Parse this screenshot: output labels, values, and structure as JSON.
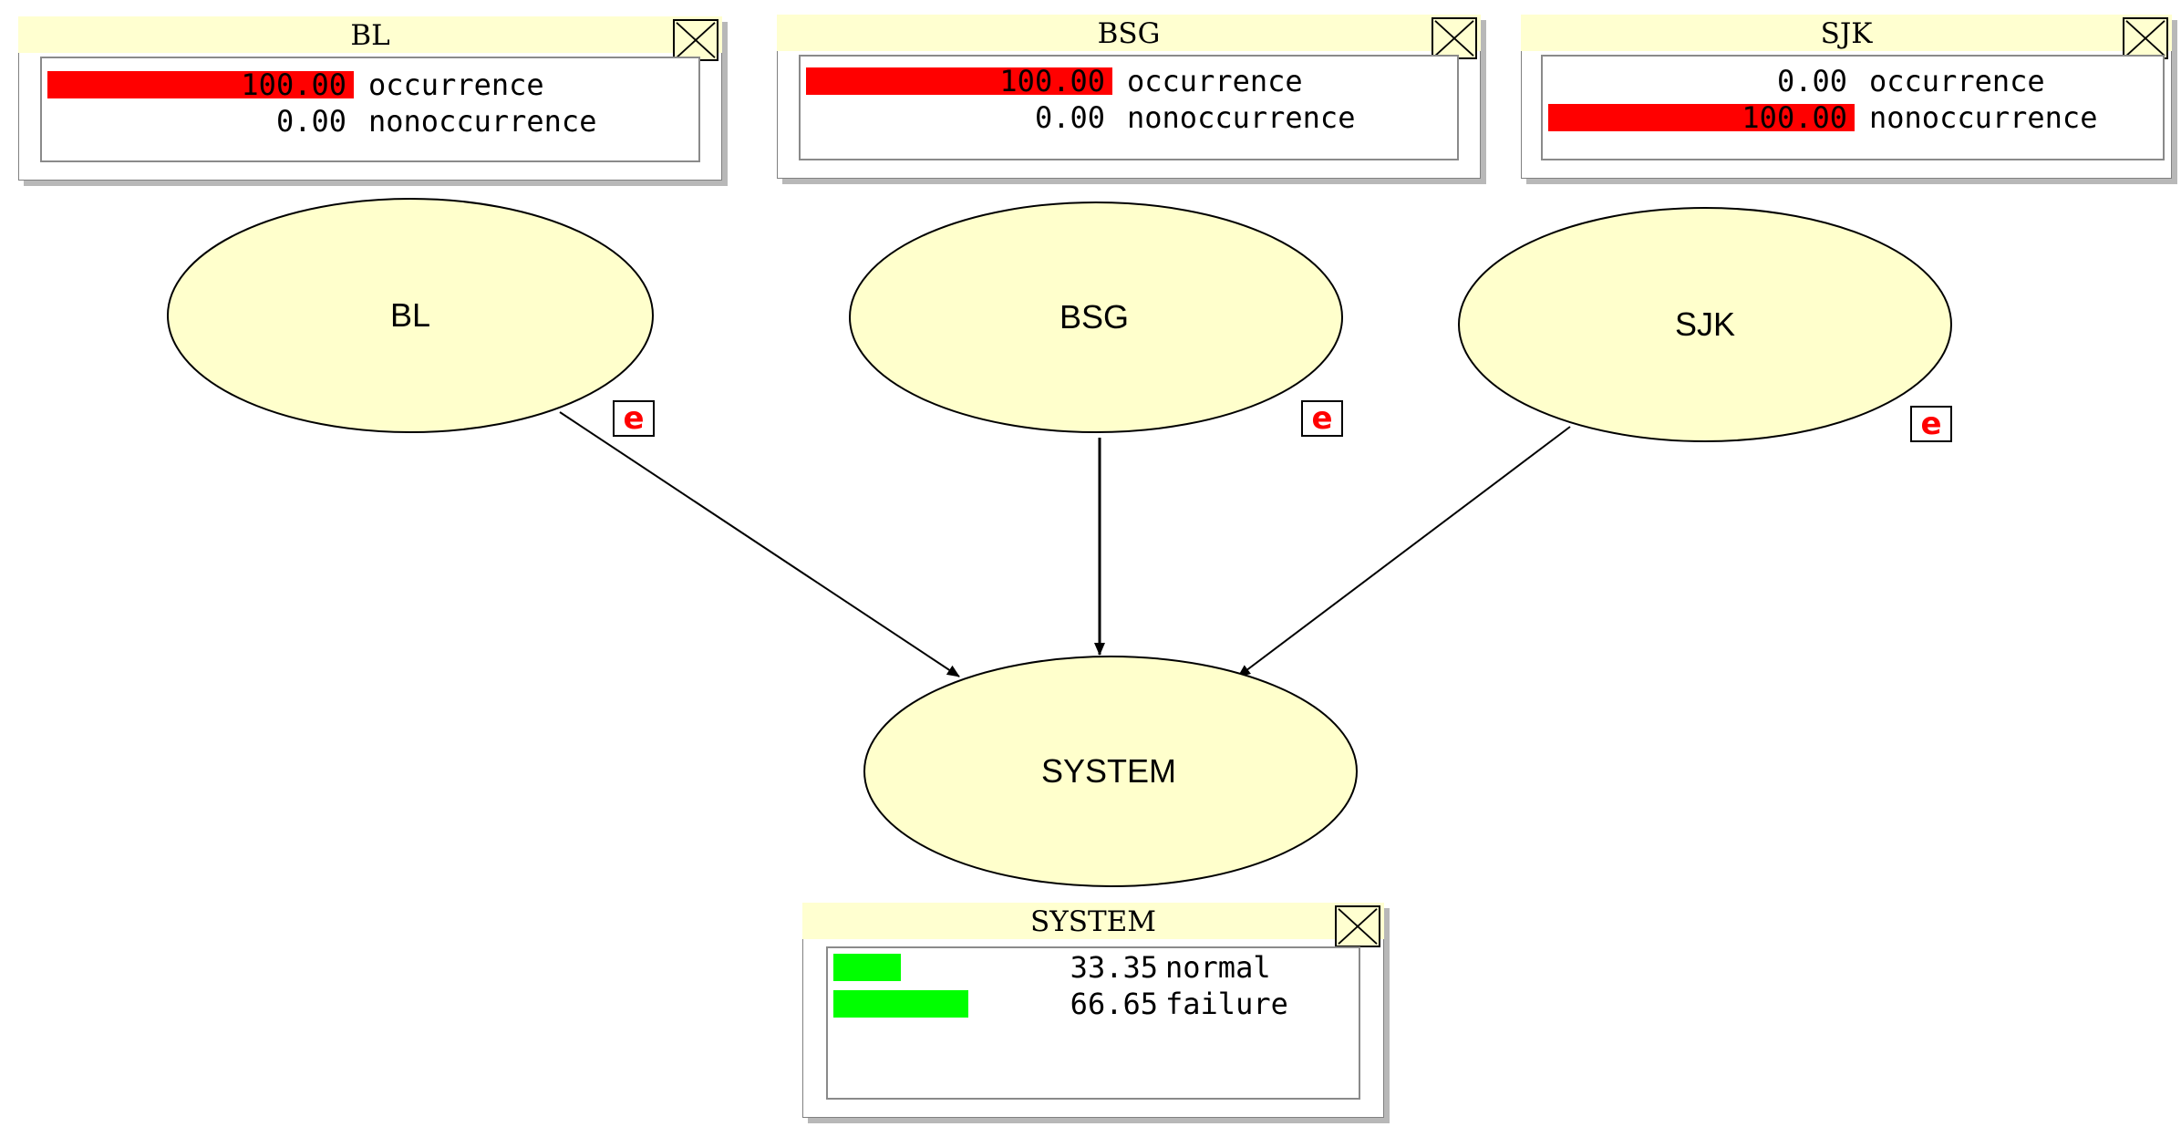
{
  "colors": {
    "node_fill": "#ffffcc",
    "title_bg": "#ffffd0",
    "evidence_bar": "#ff0000",
    "belief_bar": "#00ff00",
    "evidence_marker": "#ff0000"
  },
  "nodes": [
    {
      "id": "bl",
      "label": "BL",
      "evidence_marker": "e"
    },
    {
      "id": "bsg",
      "label": "BSG",
      "evidence_marker": "e"
    },
    {
      "id": "sjk",
      "label": "SJK",
      "evidence_marker": "e"
    },
    {
      "id": "system",
      "label": "SYSTEM"
    }
  ],
  "edges": [
    {
      "from": "BL",
      "to": "SYSTEM"
    },
    {
      "from": "BSG",
      "to": "SYSTEM"
    },
    {
      "from": "SJK",
      "to": "SYSTEM"
    }
  ],
  "monitors": {
    "bl": {
      "title": "BL",
      "states": [
        {
          "value": "100.00",
          "percent": 100,
          "label": "occurrence"
        },
        {
          "value": "0.00",
          "percent": 0,
          "label": "nonoccurrence"
        }
      ]
    },
    "bsg": {
      "title": "BSG",
      "states": [
        {
          "value": "100.00",
          "percent": 100,
          "label": "occurrence"
        },
        {
          "value": "0.00",
          "percent": 0,
          "label": "nonoccurrence"
        }
      ]
    },
    "sjk": {
      "title": "SJK",
      "states": [
        {
          "value": "0.00",
          "percent": 0,
          "label": "occurrence"
        },
        {
          "value": "100.00",
          "percent": 100,
          "label": "nonoccurrence"
        }
      ]
    },
    "system": {
      "title": "SYSTEM",
      "states": [
        {
          "value": "33.35",
          "percent": 33.35,
          "label": "normal"
        },
        {
          "value": "66.65",
          "percent": 66.65,
          "label": "failure"
        }
      ]
    }
  }
}
